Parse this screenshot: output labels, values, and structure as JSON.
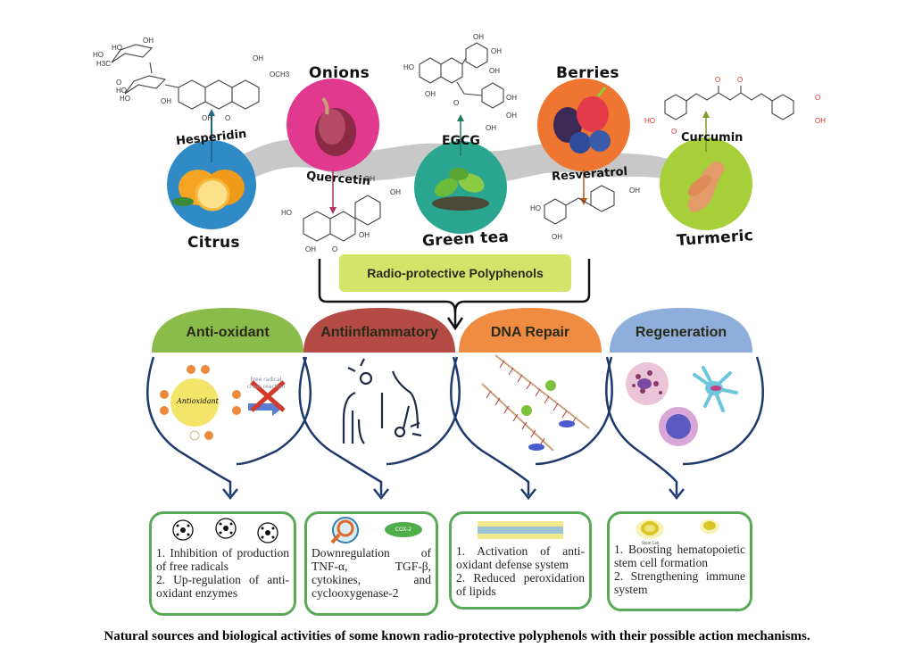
{
  "figure": {
    "caption": "Natural sources and biological activities of some known radio-protective polyphenols with their possible action mechanisms.",
    "center_banner": "Radio-protective Polyphenols"
  },
  "sources": [
    {
      "name": "Citrus",
      "compound": "Hesperidin",
      "color": "#2f8ac6",
      "icon": "orange-fruit-icon"
    },
    {
      "name": "Onions",
      "compound": "Quercetin",
      "color": "#e0398e",
      "icon": "onion-icon"
    },
    {
      "name": "Green tea",
      "compound": "EGCG",
      "color": "#2aa58f",
      "icon": "tea-leaves-icon"
    },
    {
      "name": "Berries",
      "compound": "Resveratrol",
      "color": "#ee7631",
      "icon": "berries-icon"
    },
    {
      "name": "Turmeric",
      "compound": "Curcumin",
      "color": "#a7cf3a",
      "icon": "turmeric-root-icon"
    }
  ],
  "chem_labels": {
    "hesperidin": [
      "OH",
      "HO",
      "HO",
      "H3C",
      "O",
      "O",
      "HO",
      "HO",
      "OH",
      "O",
      "O",
      "OH",
      "OCH3",
      "OH",
      "O"
    ],
    "quercetin": [
      "OH",
      "OH",
      "HO",
      "O",
      "OH",
      "OH",
      "O"
    ],
    "egcg": [
      "OH",
      "OH",
      "OH",
      "HO",
      "O",
      "OH",
      "O",
      "O",
      "OH",
      "OH",
      "OH"
    ],
    "resveratrol": [
      "OH",
      "HO",
      "OH"
    ],
    "curcumin": [
      "O",
      "O",
      "HO",
      "O",
      "O",
      "OH"
    ]
  },
  "mechanisms": [
    {
      "title": "Anti-oxidant",
      "color": "#8bbb4a",
      "illustration": {
        "center_label": "Antioxidant",
        "side_label": "Free radical chain reaction"
      },
      "box_lines": [
        "1. Inhibition of production of free radicals",
        "2. Up-regulation of anti-oxidant enzymes"
      ]
    },
    {
      "title": "Antiinflammatory",
      "color": "#b34a43",
      "illustration": {
        "badge": "COX-2"
      },
      "box_lines": [
        "Downregulation of TNF-α, TGF-β, cytokines, and cyclooxygenase-2"
      ]
    },
    {
      "title": "DNA Repair",
      "color": "#ef8c42",
      "illustration": {},
      "box_lines": [
        "1. Activation of anti-oxidant defense system",
        "2. Reduced peroxidation of lipids"
      ]
    },
    {
      "title": "Regeneration",
      "color": "#8eaedb",
      "illustration": {
        "stem_cell_label": "Stem Cell"
      },
      "box_lines": [
        "1. Boosting hematopoietic stem cell formation",
        "2. Strengthening immune system"
      ]
    }
  ],
  "colors": {
    "band_gray": "#c8c8c8",
    "arrow_navy": "#1f3a6e",
    "box_green": "#59a959",
    "banner_lime": "#d4e36a"
  }
}
